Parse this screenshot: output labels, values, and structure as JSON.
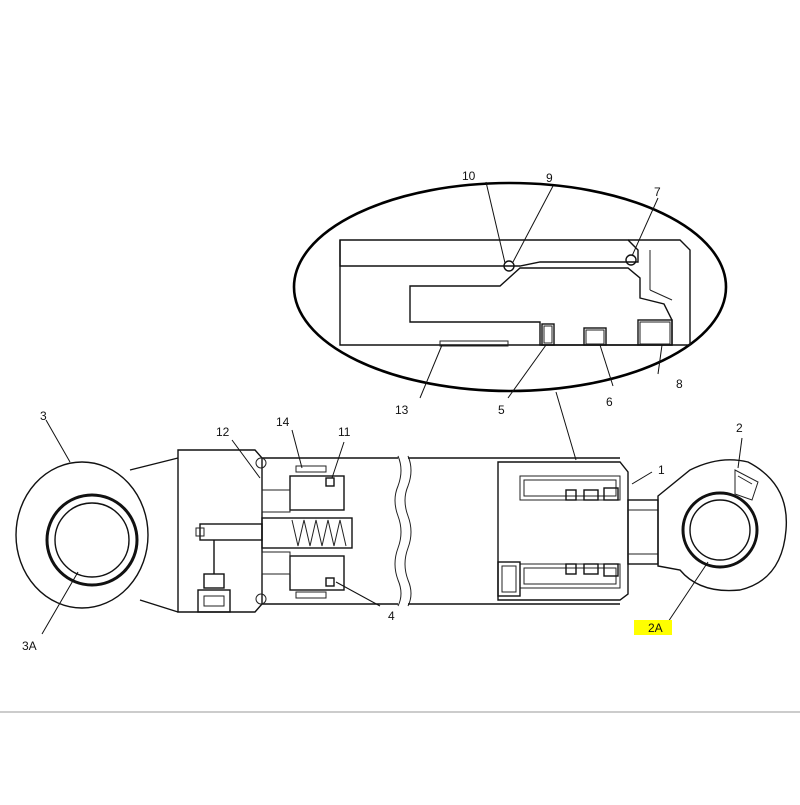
{
  "diagram": {
    "callouts": {
      "c1": "1",
      "c2": "2",
      "c2A": "2A",
      "c3": "3",
      "c3A": "3A",
      "c4": "4",
      "c5": "5",
      "c6": "6",
      "c7": "7",
      "c8": "8",
      "c9": "9",
      "c10": "10",
      "c11": "11",
      "c12": "12",
      "c13": "13",
      "c14": "14"
    },
    "highlight_color": "#ffff00"
  }
}
